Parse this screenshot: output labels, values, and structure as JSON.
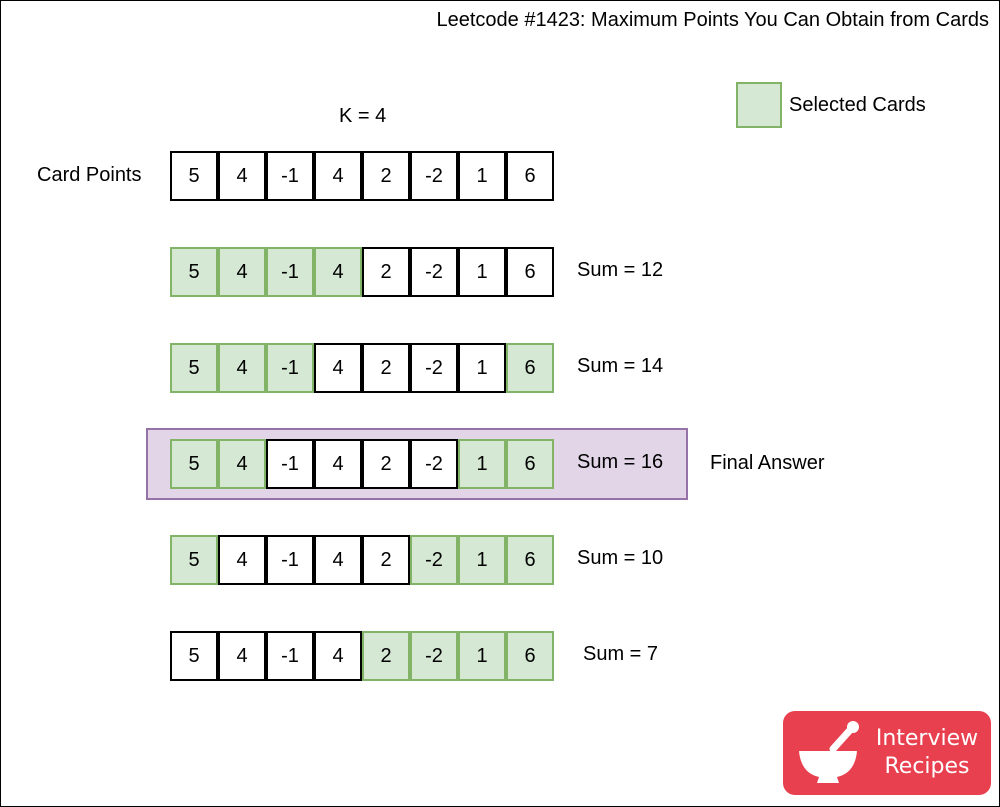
{
  "title": "Leetcode #1423: Maximum Points You Can Obtain from Cards",
  "legend": {
    "label": "Selected Cards",
    "color": "#d5e8d4",
    "border_color": "#82b366"
  },
  "k_label": "K = 4",
  "row_label": "Card Points",
  "final_answer_label": "Final Answer",
  "highlight_color": "#e1d5e7",
  "cards": [
    "5",
    "4",
    "-1",
    "4",
    "2",
    "-2",
    "1",
    "6"
  ],
  "rows": [
    {
      "selected": [
        false,
        false,
        false,
        false,
        false,
        false,
        false,
        false
      ],
      "sum": ""
    },
    {
      "selected": [
        true,
        true,
        true,
        true,
        false,
        false,
        false,
        false
      ],
      "sum": "Sum = 12"
    },
    {
      "selected": [
        true,
        true,
        true,
        false,
        false,
        false,
        false,
        true
      ],
      "sum": "Sum = 14"
    },
    {
      "selected": [
        true,
        true,
        false,
        false,
        false,
        false,
        true,
        true
      ],
      "sum": "Sum = 16"
    },
    {
      "selected": [
        true,
        false,
        false,
        false,
        false,
        true,
        true,
        true
      ],
      "sum": "Sum = 10"
    },
    {
      "selected": [
        false,
        false,
        false,
        false,
        true,
        true,
        true,
        true
      ],
      "sum": "Sum = 7"
    }
  ],
  "logo": {
    "line1": "Interview",
    "line2": "Recipes"
  }
}
